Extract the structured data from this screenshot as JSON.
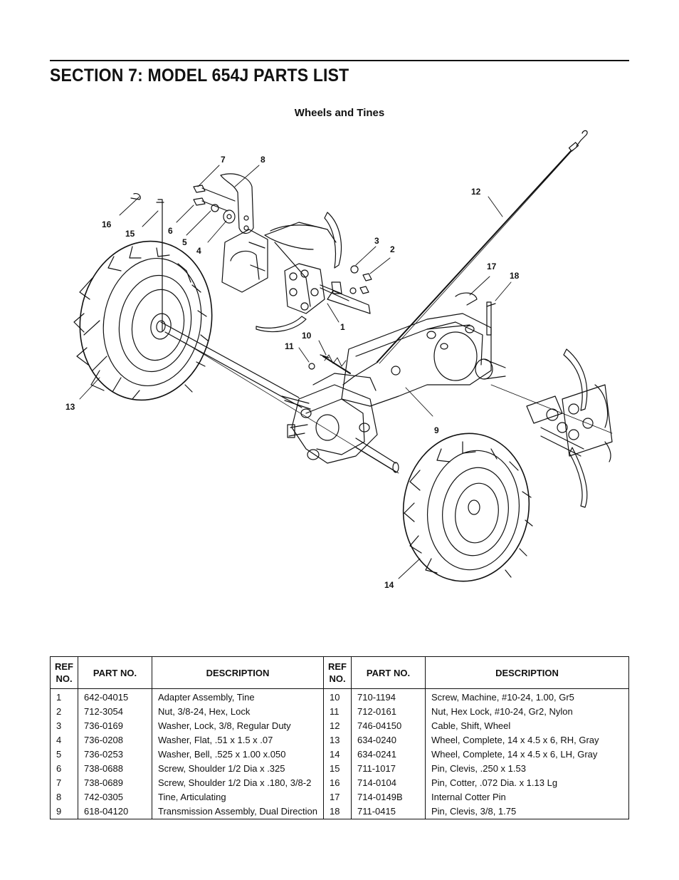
{
  "page": {
    "title": "SECTION 7:  MODEL 654J PARTS LIST",
    "subtitle": "Wheels and Tines"
  },
  "diagram": {
    "callouts": [
      "1",
      "2",
      "3",
      "4",
      "5",
      "6",
      "7",
      "8",
      "9",
      "10",
      "11",
      "12",
      "13",
      "14",
      "15",
      "16",
      "17",
      "18"
    ]
  },
  "table": {
    "headers": {
      "ref": "REF NO.",
      "part": "PART NO.",
      "desc": "DESCRIPTION"
    },
    "rows": [
      {
        "l_ref": "1",
        "l_part": "642-04015",
        "l_desc": "Adapter Assembly, Tine",
        "r_ref": "10",
        "r_part": "710-1194",
        "r_desc": "Screw, Machine, #10-24, 1.00, Gr5"
      },
      {
        "l_ref": "2",
        "l_part": "712-3054",
        "l_desc": "Nut, 3/8-24, Hex, Lock",
        "r_ref": "11",
        "r_part": "712-0161",
        "r_desc": "Nut, Hex Lock, #10-24, Gr2, Nylon"
      },
      {
        "l_ref": "3",
        "l_part": "736-0169",
        "l_desc": "Washer, Lock, 3/8, Regular Duty",
        "r_ref": "12",
        "r_part": "746-04150",
        "r_desc": "Cable, Shift, Wheel"
      },
      {
        "l_ref": "4",
        "l_part": "736-0208",
        "l_desc": "Washer, Flat, .51 x 1.5 x .07",
        "r_ref": "13",
        "r_part": "634-0240",
        "r_desc": "Wheel, Complete, 14 x 4.5 x 6, RH, Gray"
      },
      {
        "l_ref": "5",
        "l_part": "736-0253",
        "l_desc": "Washer, Bell, .525 x 1.00 x.050",
        "r_ref": "14",
        "r_part": "634-0241",
        "r_desc": "Wheel, Complete, 14 x 4.5 x 6, LH, Gray"
      },
      {
        "l_ref": "6",
        "l_part": "738-0688",
        "l_desc": "Screw, Shoulder 1/2 Dia x .325",
        "r_ref": "15",
        "r_part": "711-1017",
        "r_desc": "Pin, Clevis, .250 x 1.53"
      },
      {
        "l_ref": "7",
        "l_part": "738-0689",
        "l_desc": "Screw, Shoulder 1/2 Dia x .180, 3/8-2",
        "r_ref": "16",
        "r_part": "714-0104",
        "r_desc": "Pin, Cotter, .072 Dia. x 1.13 Lg"
      },
      {
        "l_ref": "8",
        "l_part": "742-0305",
        "l_desc": "Tine, Articulating",
        "r_ref": "17",
        "r_part": "714-0149B",
        "r_desc": "Internal Cotter Pin"
      },
      {
        "l_ref": "9",
        "l_part": "618-04120",
        "l_desc": "Transmission Assembly, Dual Direction",
        "r_ref": "18",
        "r_part": "711-0415",
        "r_desc": "Pin, Clevis, 3/8, 1.75"
      }
    ]
  }
}
